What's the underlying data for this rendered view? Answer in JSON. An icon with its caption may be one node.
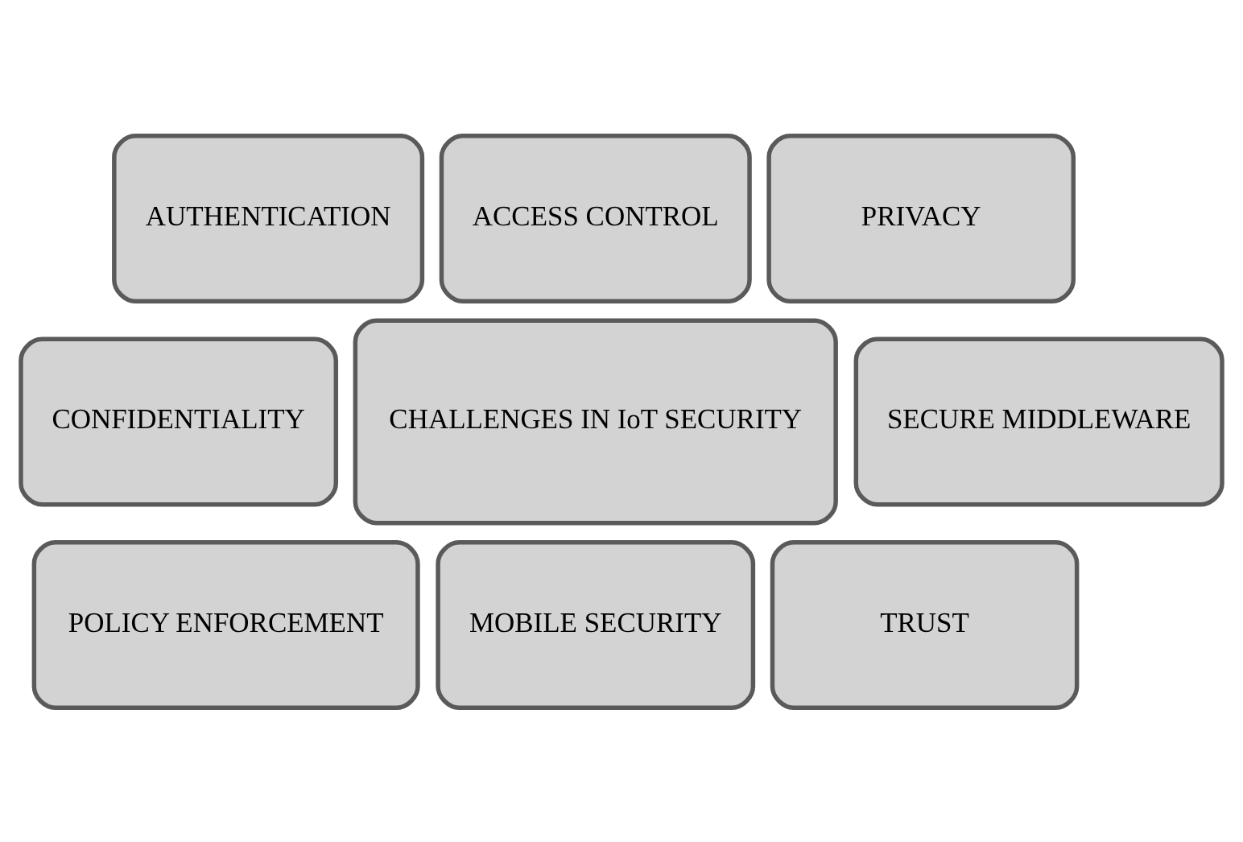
{
  "diagram": {
    "nodes": [
      {
        "text": [
          "ACCESS CONTROL"
        ]
      },
      {
        "text": [
          "AUTHENTICATION"
        ]
      },
      {
        "text": [
          "PRIVACY"
        ]
      },
      {
        "text": [
          "CONFIDENTIALITY"
        ]
      },
      {
        "text": [
          "CHALLENGES IN IoT SECURITY"
        ]
      },
      {
        "text": [
          "SECURE MIDDLEWARE"
        ]
      },
      {
        "text": [
          "POLICY ENFORCEMENT"
        ]
      },
      {
        "text": [
          "TRUST"
        ]
      },
      {
        "text": [
          "MOBILE SECURITY"
        ]
      }
    ]
  }
}
